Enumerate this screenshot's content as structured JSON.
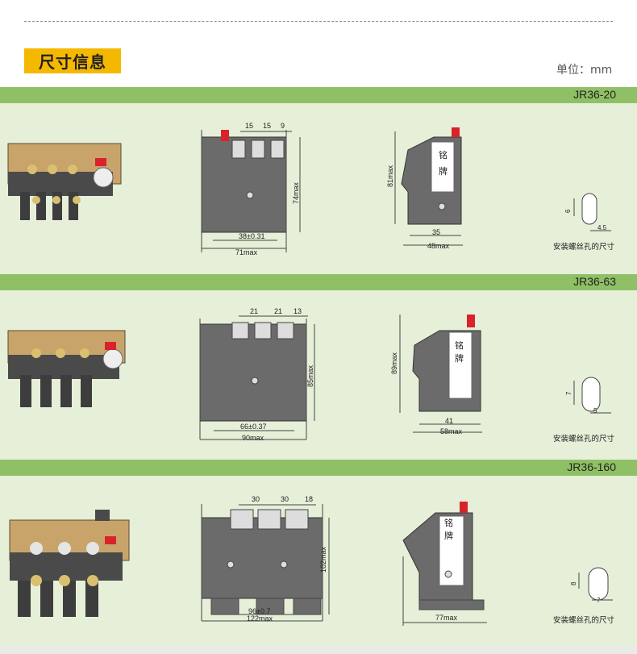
{
  "header": {
    "title": "尺寸信息",
    "unit": "单位：mm"
  },
  "models": [
    {
      "name": "JR36-20",
      "front": {
        "spacing": [
          "15",
          "15",
          "9"
        ],
        "height": "74max",
        "inner_width": "38±0.31",
        "width": "71max"
      },
      "side": {
        "height": "81max",
        "inner_depth": "35",
        "depth": "48max",
        "label": "铭牌"
      },
      "hole": {
        "h": "6",
        "w": "4.5",
        "caption": "安装螺丝孔的尺寸"
      }
    },
    {
      "name": "JR36-63",
      "front": {
        "spacing": [
          "21",
          "21",
          "13"
        ],
        "height": "85max",
        "inner_width": "66±0.37",
        "width": "90max"
      },
      "side": {
        "height": "89max",
        "inner_depth": "41",
        "depth": "58max",
        "label": "铭牌"
      },
      "hole": {
        "h": "7",
        "w": "5",
        "caption": "安装螺丝孔的尺寸"
      }
    },
    {
      "name": "JR36-160",
      "front": {
        "spacing": [
          "30",
          "30",
          "18"
        ],
        "height": "102max",
        "inner_width": "96±0.7",
        "width": "122max"
      },
      "side": {
        "height": "",
        "inner_depth": "",
        "depth": "77max",
        "label": "铭牌"
      },
      "hole": {
        "h": "8",
        "w": "7",
        "caption": "安装螺丝孔的尺寸"
      }
    }
  ],
  "colors": {
    "section_bar": "#8fc065",
    "section_bg": "#e6efd8",
    "badge": "#f5b800",
    "body": "#6b6b6b",
    "indicator": "#d8232a"
  }
}
